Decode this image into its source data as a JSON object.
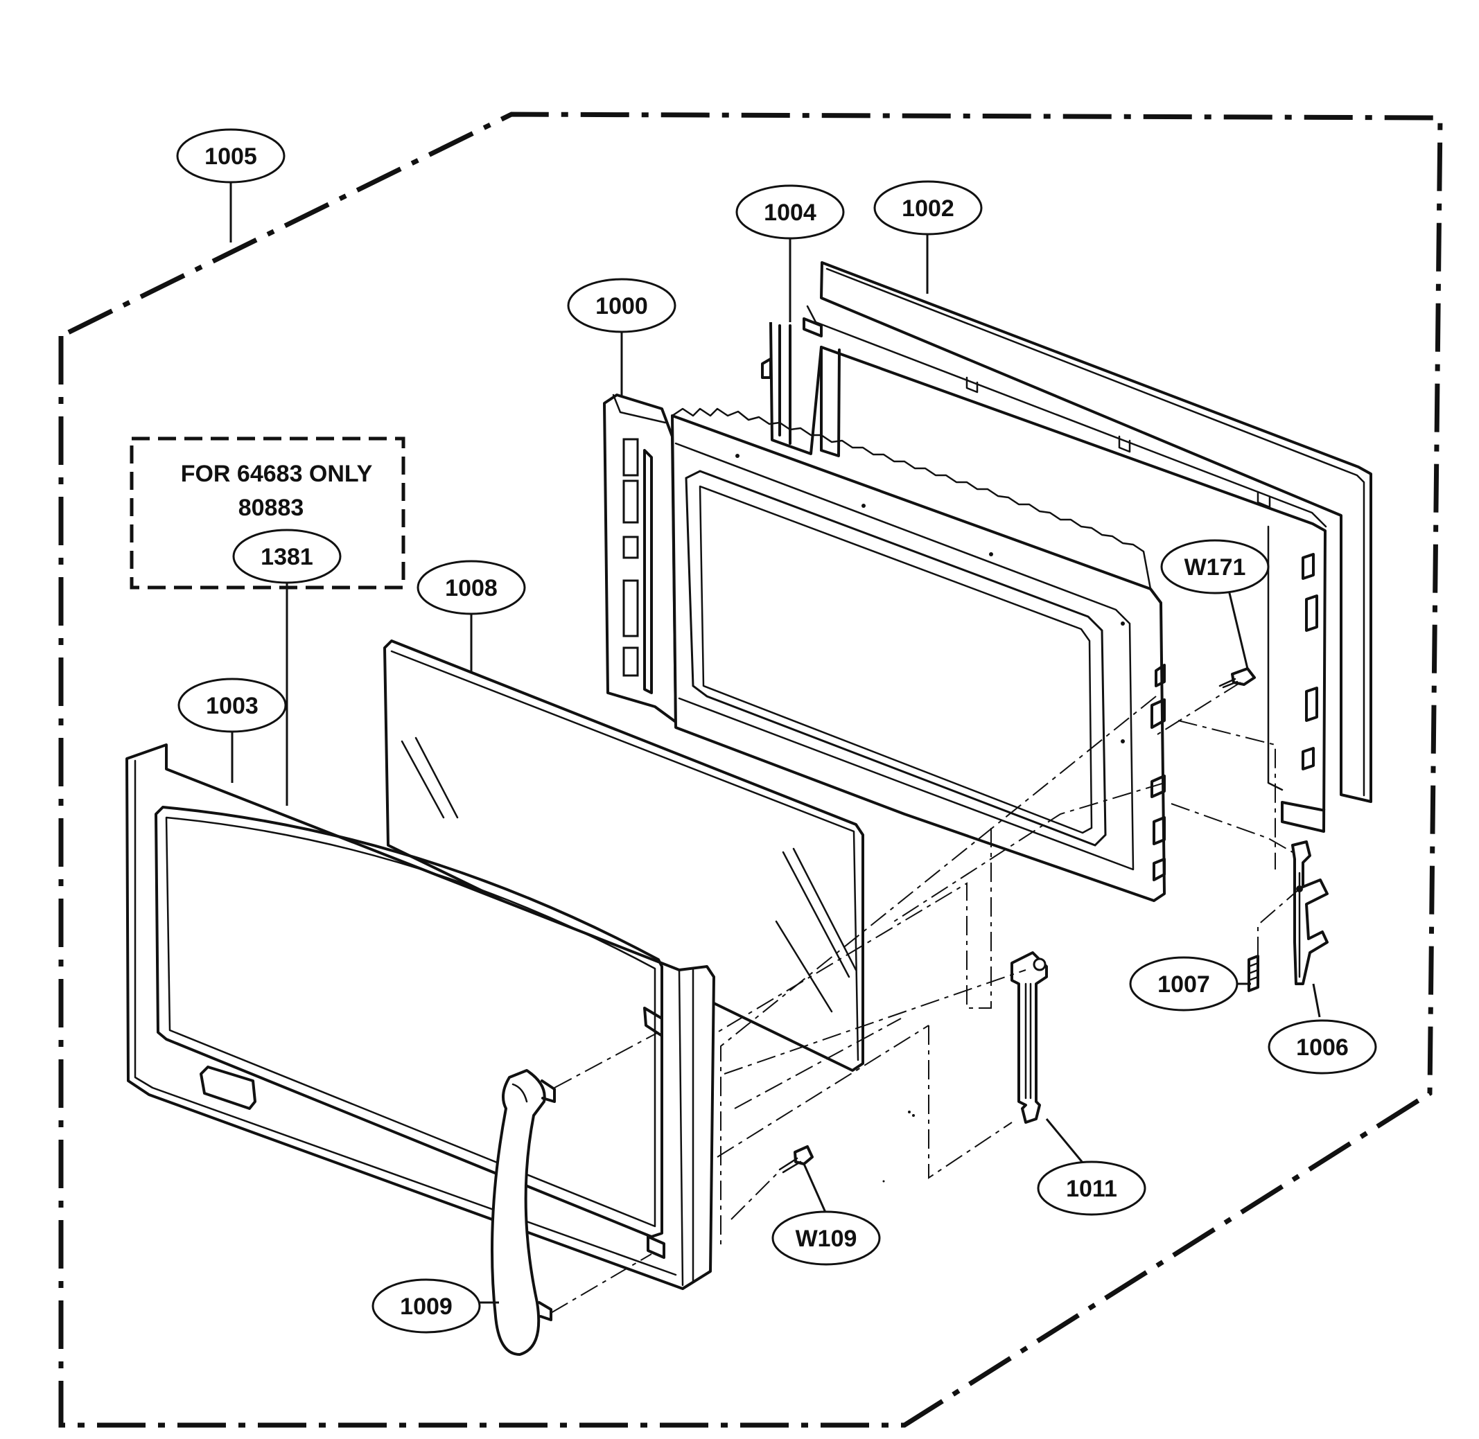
{
  "diagram": {
    "note": {
      "line1": "FOR 64683 ONLY",
      "line2": "80883"
    },
    "callouts": [
      {
        "id": "c1005",
        "label": "1005",
        "part": "door-assembly"
      },
      {
        "id": "c1004",
        "label": "1004",
        "part": "door-seal"
      },
      {
        "id": "c1002",
        "label": "1002",
        "part": "door-choke-cover"
      },
      {
        "id": "c1000",
        "label": "1000",
        "part": "door-frame"
      },
      {
        "id": "cW171",
        "label": "W171",
        "part": "screw-upper"
      },
      {
        "id": "c1381",
        "label": "1381",
        "part": "door-trim-option"
      },
      {
        "id": "c1008",
        "label": "1008",
        "part": "door-glass"
      },
      {
        "id": "c1003",
        "label": "1003",
        "part": "door-front-frame"
      },
      {
        "id": "c1007",
        "label": "1007",
        "part": "latch-spring"
      },
      {
        "id": "c1006",
        "label": "1006",
        "part": "latch-hook"
      },
      {
        "id": "c1011",
        "label": "1011",
        "part": "latch-lever"
      },
      {
        "id": "cW109",
        "label": "W109",
        "part": "screw-lower"
      },
      {
        "id": "c1009",
        "label": "1009",
        "part": "door-handle"
      }
    ]
  }
}
